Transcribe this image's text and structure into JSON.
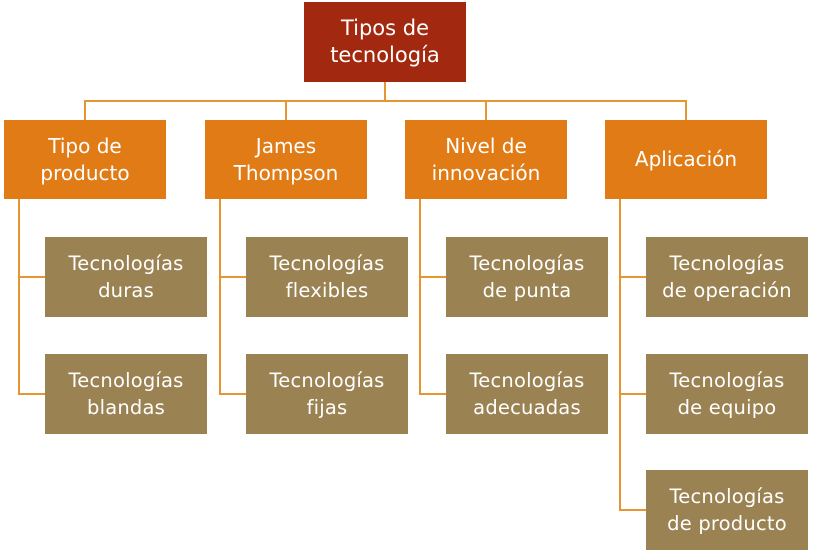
{
  "colors": {
    "root": "#a2290f",
    "category": "#e07b16",
    "leaf": "#9b8253",
    "connector": "#e5962f"
  },
  "root": {
    "label": "Tipos de\ntecnología"
  },
  "categories": [
    {
      "label": "Tipo de\nproducto",
      "items": [
        "Tecnologías\nduras",
        "Tecnologías\nblandas"
      ]
    },
    {
      "label": "James\nThompson",
      "items": [
        "Tecnologías\nflexibles",
        "Tecnologías\nfijas"
      ]
    },
    {
      "label": "Nivel de\ninnovación",
      "items": [
        "Tecnologías\nde punta",
        "Tecnologías\nadecuadas"
      ]
    },
    {
      "label": "Aplicación",
      "items": [
        "Tecnologías\nde operación",
        "Tecnologías\nde equipo",
        "Tecnologías\nde producto"
      ]
    }
  ]
}
